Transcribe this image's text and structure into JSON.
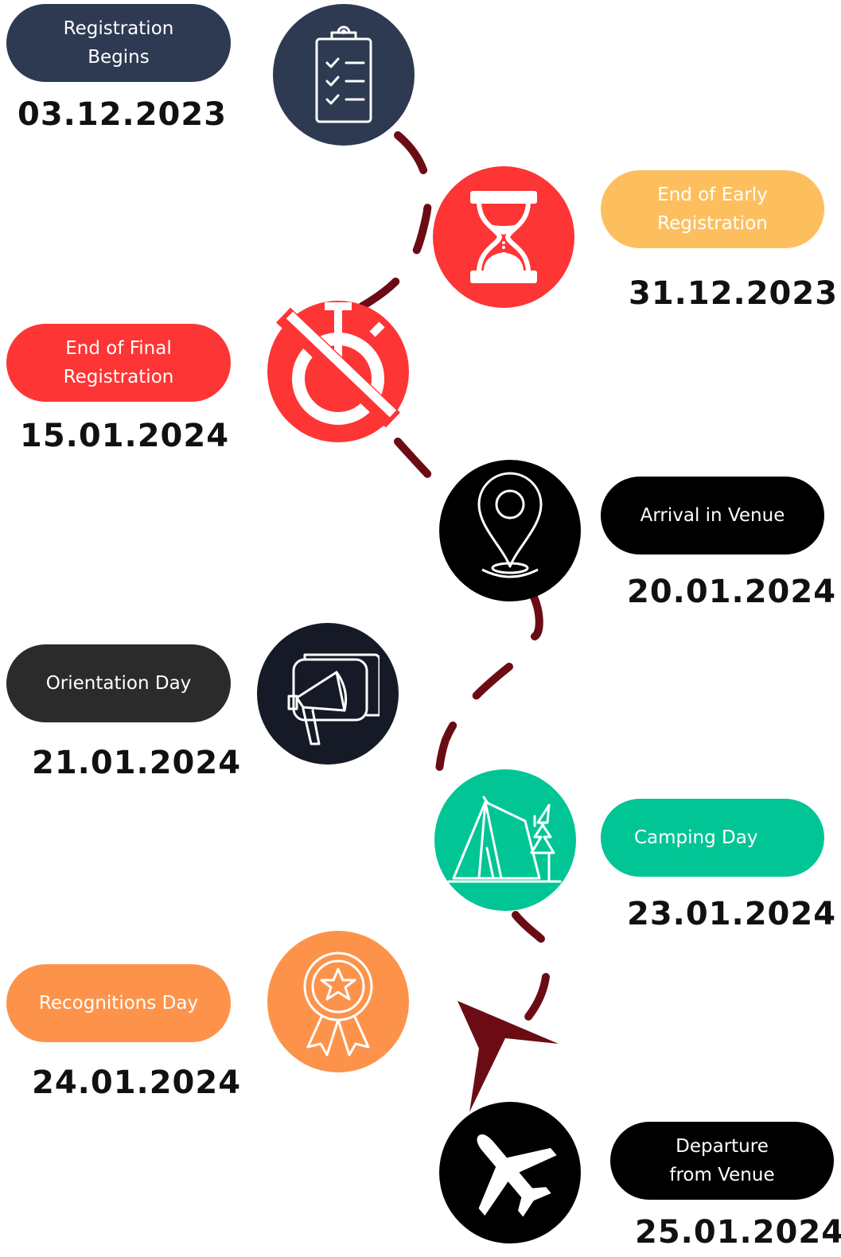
{
  "colors": {
    "path": "#6b0c14",
    "navy": "#2d3a52",
    "red": "#fd3535",
    "amber": "#fdbf5e",
    "black": "#000000",
    "charcoal": "#2b2b2b",
    "midnight": "#161a27",
    "green": "#02c596",
    "orange": "#fd934b"
  },
  "milestones": [
    {
      "label": "Registration\nBegins",
      "date": "03.12.2023",
      "icon": "clipboard-checklist-icon"
    },
    {
      "label": "End of Early\nRegistration",
      "date": "31.12.2023",
      "icon": "hourglass-icon"
    },
    {
      "label": "End of Final\nRegistration",
      "date": "15.01.2024",
      "icon": "no-stopwatch-icon"
    },
    {
      "label": "Arrival in Venue",
      "date": "20.01.2024",
      "icon": "location-pin-icon"
    },
    {
      "label": "Orientation Day",
      "date": "21.01.2024",
      "icon": "megaphone-icon"
    },
    {
      "label": "Camping Day",
      "date": "23.01.2024",
      "icon": "tent-icon"
    },
    {
      "label": "Recognitions Day",
      "date": "24.01.2024",
      "icon": "award-ribbon-icon"
    },
    {
      "label": "Departure\nfrom Venue",
      "date": "25.01.2024",
      "icon": "airplane-icon"
    }
  ]
}
